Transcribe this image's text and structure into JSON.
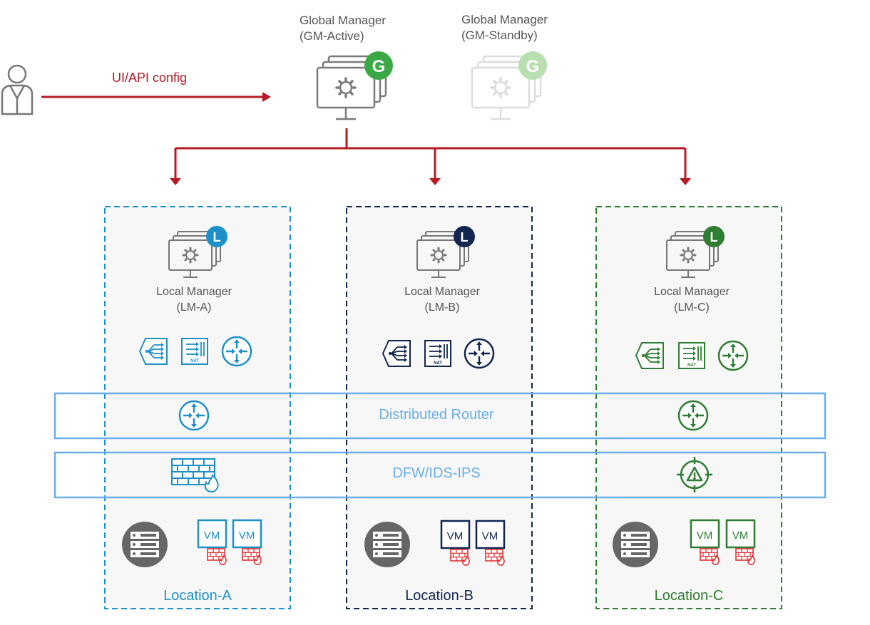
{
  "user": {
    "config_label": "UI/API config"
  },
  "global_managers": [
    {
      "name": "Global Manager",
      "role": "(GM-Active)",
      "badge": "G"
    },
    {
      "name": "Global Manager",
      "role": "(GM-Standby)",
      "badge": "G"
    }
  ],
  "locations": [
    {
      "name": "Location-A",
      "manager": "Local Manager",
      "manager_id": "(LM-A)",
      "badge": "L",
      "color": "#1e90c8",
      "vm_label": "VM",
      "nat_label": "NAT"
    },
    {
      "name": "Location-B",
      "manager": "Local Manager",
      "manager_id": "(LM-B)",
      "badge": "L",
      "color": "#12264f",
      "vm_label": "VM",
      "nat_label": "NAT"
    },
    {
      "name": "Location-C",
      "manager": "Local Manager",
      "manager_id": "(LM-C)",
      "badge": "L",
      "color": "#2e7d32",
      "vm_label": "VM",
      "nat_label": "NAT"
    }
  ],
  "bands": {
    "router_label": "Distributed Router",
    "security_label": "DFW/IDS-IPS"
  },
  "colors": {
    "arrow": "#b61a22",
    "band_border": "#6aaef0",
    "gm_active_badge": "#3aa845",
    "gm_standby_badge": "#b9dfb0",
    "server": "#666666",
    "firewall": "#e2262c"
  },
  "icons": [
    "user-icon",
    "monitor-gear-icon",
    "load-balancer-icon",
    "nat-icon",
    "router-icon",
    "firewall-icon",
    "ids-ips-icon",
    "server-icon",
    "vm-icon"
  ]
}
